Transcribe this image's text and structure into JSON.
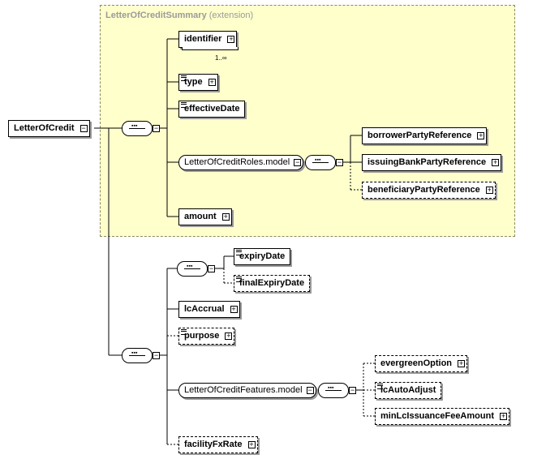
{
  "extension": {
    "name": "LetterOfCreditSummary",
    "suffix": "(extension)"
  },
  "root": {
    "label": "LetterOfCredit"
  },
  "summary_elements": [
    {
      "id": "identifier",
      "label": "identifier",
      "cardinality": "1..∞"
    },
    {
      "id": "type",
      "label": "type"
    },
    {
      "id": "effectiveDate",
      "label": "effectiveDate"
    },
    {
      "id": "roles-model",
      "label": "LetterOfCreditRoles.model"
    },
    {
      "id": "amount",
      "label": "amount"
    }
  ],
  "roles_children": [
    {
      "id": "borrowerPartyReference",
      "label": "borrowerPartyReference"
    },
    {
      "id": "issuingBankPartyReference",
      "label": "issuingBankPartyReference"
    },
    {
      "id": "beneficiaryPartyReference",
      "label": "beneficiaryPartyReference"
    }
  ],
  "expiry_choice": [
    {
      "id": "expiryDate",
      "label": "expiryDate"
    },
    {
      "id": "finalExpiryDate",
      "label": "finalExpiryDate"
    }
  ],
  "lower_elements": [
    {
      "id": "lcAccrual",
      "label": "lcAccrual"
    },
    {
      "id": "purpose",
      "label": "purpose"
    },
    {
      "id": "features-model",
      "label": "LetterOfCreditFeatures.model"
    },
    {
      "id": "facilityFxRate",
      "label": "facilityFxRate"
    }
  ],
  "features_children": [
    {
      "id": "evergreenOption",
      "label": "evergreenOption"
    },
    {
      "id": "lcAutoAdjust",
      "label": "lcAutoAdjust"
    },
    {
      "id": "minLcIssuanceFeeAmount",
      "label": "minLcIssuanceFeeAmount"
    }
  ]
}
